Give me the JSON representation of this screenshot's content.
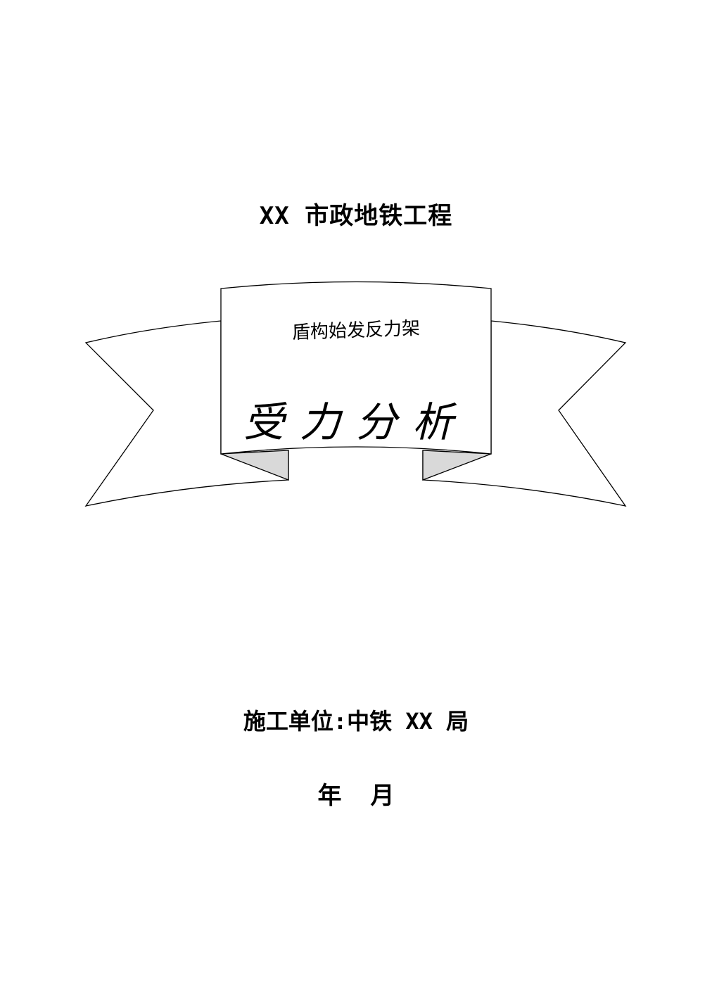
{
  "cover": {
    "project_title": "XX 市政地铁工程",
    "banner": {
      "subtitle": "盾构始发反力架",
      "main_title": "受力分析",
      "fill_color": "#ffffff",
      "fold_color": "#d9d9d9",
      "stroke_color": "#000000"
    },
    "contractor": "施工单位:中铁 XX 局",
    "date": "年  月"
  }
}
